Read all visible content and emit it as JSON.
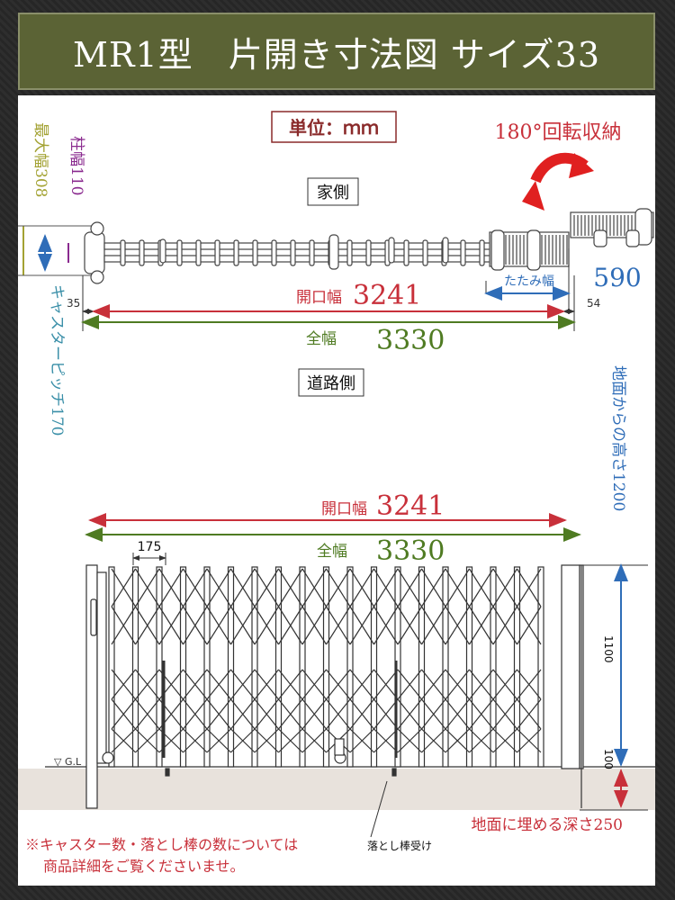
{
  "title": "MR1型　片開き寸法図 サイズ33",
  "unit_label": "単位：ｍｍ",
  "rotation_label": "180°回転収納",
  "house_side_label": "家側",
  "road_side_label": "道路側",
  "plan": {
    "max_width_label": "最大幅308",
    "post_width_label": "柱幅110",
    "caster_pitch_label": "キャスターピッチ170",
    "fold_width_label": "たたみ幅",
    "fold_width_value": "590",
    "opening_label": "開口幅",
    "opening_value": "3241",
    "total_label": "全幅",
    "total_value": "3330",
    "left_offset": "35",
    "right_offset": "54"
  },
  "elevation": {
    "opening_label": "開口幅",
    "opening_value": "3241",
    "total_label": "全幅",
    "total_value": "3330",
    "pitch_label": "175",
    "height_label": "地面からの高さ1200",
    "dim_1100": "1100",
    "dim_100": "100",
    "gl_label": "G.L",
    "bury_label": "地面に埋める深さ250",
    "drop_rod_label": "落とし棒受け"
  },
  "notes": {
    "line1": "※キャスター数・落とし棒の数については",
    "line2": "商品詳細をご覧くださいませ。"
  },
  "colors": {
    "title_bg": "#5b6335",
    "red": "#c8303a",
    "green": "#4f7b22",
    "blue": "#2f6db8",
    "olive": "#a3a233",
    "purple": "#8a2a8f",
    "teal": "#3a8fa8"
  }
}
